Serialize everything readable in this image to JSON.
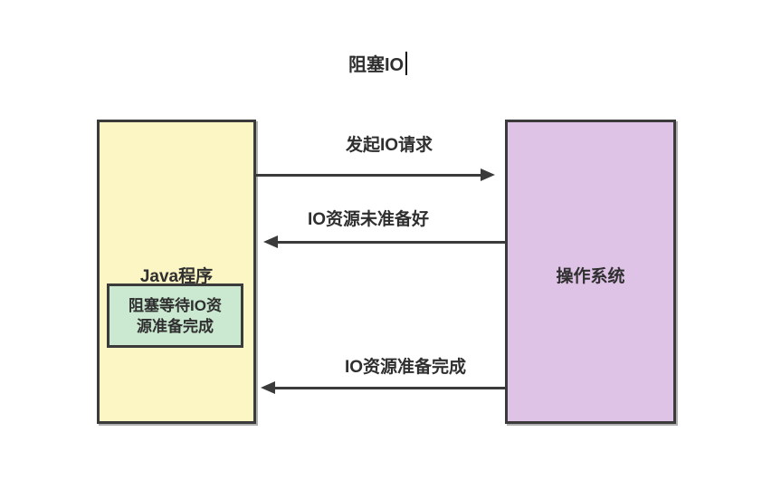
{
  "title": {
    "text": "阻塞IO"
  },
  "actors": {
    "java": {
      "label": "Java程序",
      "fill": "#fcf6c5",
      "state": {
        "line1": "阻塞等待IO资",
        "line2": "源准备完成",
        "fill": "#cbe8d0"
      }
    },
    "os": {
      "label": "操作系统",
      "fill": "#dec3e6"
    }
  },
  "messages": [
    {
      "label": "发起IO请求",
      "from": "java",
      "to": "os",
      "direction": "right"
    },
    {
      "label": "IO资源未准备好",
      "from": "os",
      "to": "java",
      "direction": "left"
    },
    {
      "label": "IO资源准备完成",
      "from": "os",
      "to": "java",
      "direction": "left"
    }
  ],
  "colors": {
    "stroke": "#3b3b3b",
    "text": "#2f2f2f",
    "background": "#ffffff",
    "java_fill": "#fcf6c5",
    "os_fill": "#dec3e6",
    "state_fill": "#cbe8d0"
  }
}
